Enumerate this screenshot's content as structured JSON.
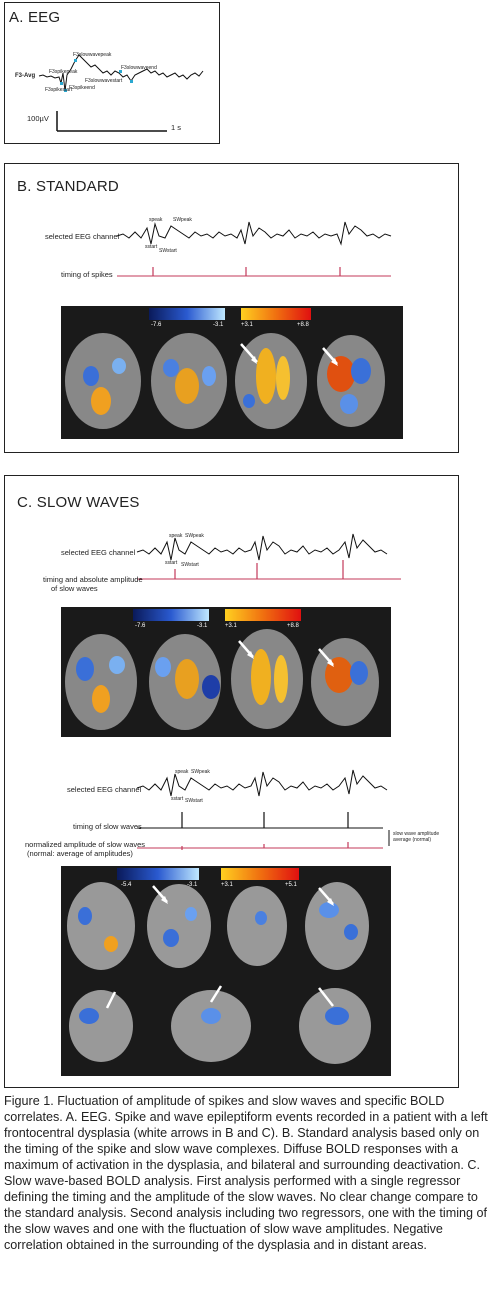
{
  "panelA": {
    "title": "A. EEG",
    "channel": "F3-Avg",
    "events": [
      "F3slowwavepeak",
      "F3spikepeak",
      "F3slowwavestart",
      "F3slowwaveend",
      "F3spikestart",
      "F3spikeend"
    ],
    "scale_amplitude": "100µV",
    "scale_time": "1 s"
  },
  "panelB": {
    "title": "B. STANDARD",
    "eeg_label": "selected EEG channel",
    "timing_label": "timing of spikes",
    "markers": [
      "speak",
      "SWpeak",
      "sstart",
      "SWstart"
    ],
    "colorbar": {
      "neg_min": "-7.6",
      "neg_max": "-3.1",
      "pos_min": "+3.1",
      "pos_max": "+8.8"
    }
  },
  "panelC": {
    "title": "C. SLOW WAVES",
    "eeg_label": "selected EEG channel",
    "timing_amp_label_1": "timing and absolute amplitude",
    "timing_amp_label_2": "of slow waves",
    "markers": [
      "speak",
      "SWpeak",
      "sstart",
      "SWstart"
    ],
    "colorbar1": {
      "neg_min": "-7.6",
      "neg_max": "-3.1",
      "pos_min": "+3.1",
      "pos_max": "+8.8"
    },
    "eeg_label_2": "selected EEG channel",
    "timing_sw_label": "timing of slow waves",
    "norm_label_1": "normalized amplitude of slow waves",
    "norm_label_2": "(normal: average of amplitudes)",
    "scale_label_1": "slow wave amplitude",
    "scale_label_2": "average (normal)",
    "colorbar2": {
      "neg_min": "-5.4",
      "neg_max": "-3.1",
      "pos_min": "+3.1",
      "pos_max": "+5.1"
    }
  },
  "caption": "Figure 1. Fluctuation of amplitude of spikes and slow waves and specific BOLD correlates.  A. EEG. Spike and wave epileptiform events recorded in a patient with a left frontocentral dysplasia (white arrows in B and C). B. Standard analysis  based only on the timing of the spike and slow wave complexes. Diffuse BOLD responses with a maximum of activation in the dysplasia, and bilateral and surrounding deactivation. C. Slow wave-based BOLD analysis. First analysis performed with a single regressor defining the timing and the amplitude of the slow waves. No clear change compare to the standard analysis. Second analysis including two regressors, one with the timing of the slow waves and one with the fluctuation of slow wave amplitudes. Negative correlation  obtained in the surrounding of the dysplasia and in distant areas."
}
